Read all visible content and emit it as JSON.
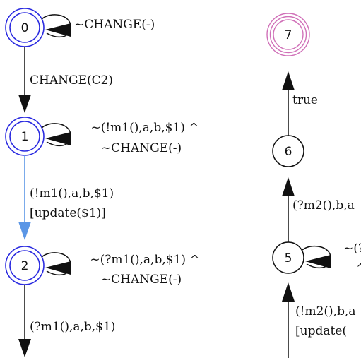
{
  "colors": {
    "accepting_state": "#2a2ae0",
    "final_state": "#d070b8",
    "highlight_edge": "#5a96e6",
    "edge": "#111111",
    "text": "#111111"
  },
  "states": [
    {
      "id": "0",
      "label": "0",
      "kind": "accepting"
    },
    {
      "id": "1",
      "label": "1",
      "kind": "accepting"
    },
    {
      "id": "2",
      "label": "2",
      "kind": "accepting"
    },
    {
      "id": "5",
      "label": "5",
      "kind": "normal"
    },
    {
      "id": "6",
      "label": "6",
      "kind": "normal"
    },
    {
      "id": "7",
      "label": "7",
      "kind": "final"
    }
  ],
  "edges": {
    "loop_0": {
      "lines": [
        "~CHANGE(-)"
      ]
    },
    "edge_0_1": {
      "lines": [
        "CHANGE(C2)"
      ]
    },
    "loop_1": {
      "lines": [
        "~(!m1(),a,b,$1) ^",
        "~CHANGE(-)"
      ]
    },
    "edge_1_2": {
      "lines": [
        "(!m1(),a,b,$1)",
        "[update($1)]"
      ],
      "highlighted": true
    },
    "loop_2": {
      "lines": [
        "~(?m1(),a,b,$1) ^",
        "~CHANGE(-)"
      ]
    },
    "edge_2_out": {
      "lines": [
        "(?m1(),a,b,$1)"
      ]
    },
    "edge_6_7": {
      "lines": [
        "true"
      ]
    },
    "edge_5_6": {
      "lines": [
        "(?m2(),b,a"
      ]
    },
    "loop_5": {
      "lines": [
        "~(?",
        "^"
      ]
    },
    "edge_in_5": {
      "lines": [
        "(!m2(),b,a",
        "[update("
      ]
    }
  }
}
